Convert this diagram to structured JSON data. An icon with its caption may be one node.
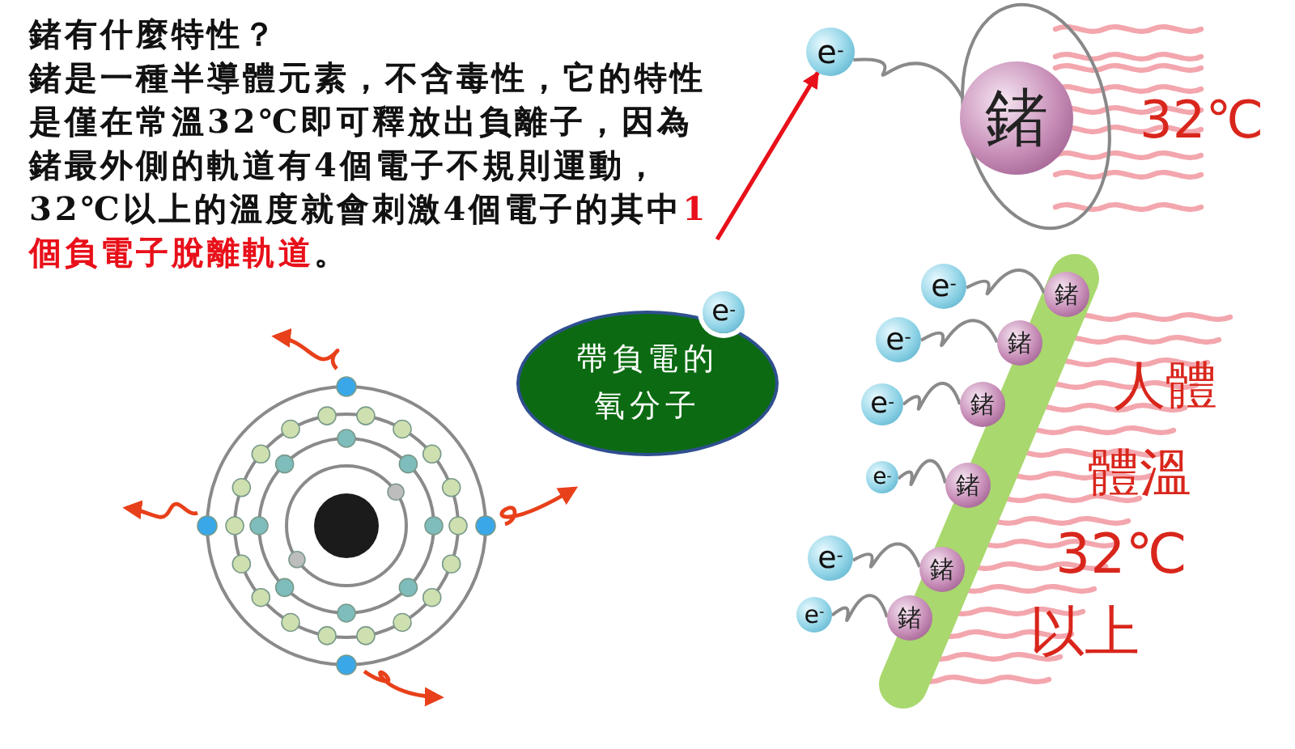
{
  "diagram": {
    "nodes": [
      {
        "text": [
          "鍺有什麼特性？",
          "鍺是一種半導體元素，不含毒性，它的特性是僅在常溫32℃即可釋放出負離子，因為鍺最外側的軌道有4個電子不規則運動，32℃以上的溫度就會刺激4個電子的其中**1個負電子脫離軌道**。"
        ]
      },
      {
        "text": [
          "e$^{-}$"
        ]
      },
      {
        "text": [
          "鍺"
        ]
      },
      {
        "text": [
          "帶負電的氧分子"
        ]
      },
      {
        "text": [
          "e$^{-}$"
        ]
      },
      {
        "text": [
          "e$^{-}$"
        ]
      },
      {
        "text": [
          "鍺"
        ]
      },
      {
        "text": [
          "e$^{-}$"
        ]
      },
      {
        "text": [
          "鍺"
        ]
      },
      {
        "text": [
          "e$^{-}$"
        ]
      },
      {
        "text": [
          "鍺"
        ]
      },
      {
        "text": [
          "e$^{-}$"
        ]
      },
      {
        "text": [
          "鍺"
        ]
      },
      {
        "text": [
          "e$^{-}$"
        ]
      },
      {
        "text": [
          "鍺"
        ]
      },
      {
        "text": [
          "e$^{-}$"
        ]
      },
      {
        "text": [
          "鍺"
        ]
      }
    ],
    "edges": [
      {
        "from": 0,
        "to": 1,
        "arrow": "to",
        "color": "#e8101a"
      },
      {
        "from": 1,
        "to": 2,
        "arrow": "none"
      },
      {
        "from": 5,
        "to": 6,
        "arrow": "none"
      },
      {
        "from": 7,
        "to": 8,
        "arrow": "none"
      },
      {
        "from": 9,
        "to": 10,
        "arrow": "none"
      },
      {
        "from": 11,
        "to": 12,
        "arrow": "none"
      },
      {
        "from": 13,
        "to": 14,
        "arrow": "none"
      },
      {
        "from": 15,
        "to": 16,
        "arrow": "none"
      }
    ],
    "labels": [
      "32℃",
      "人體",
      "體溫",
      "32℃",
      "以上"
    ]
  }
}
